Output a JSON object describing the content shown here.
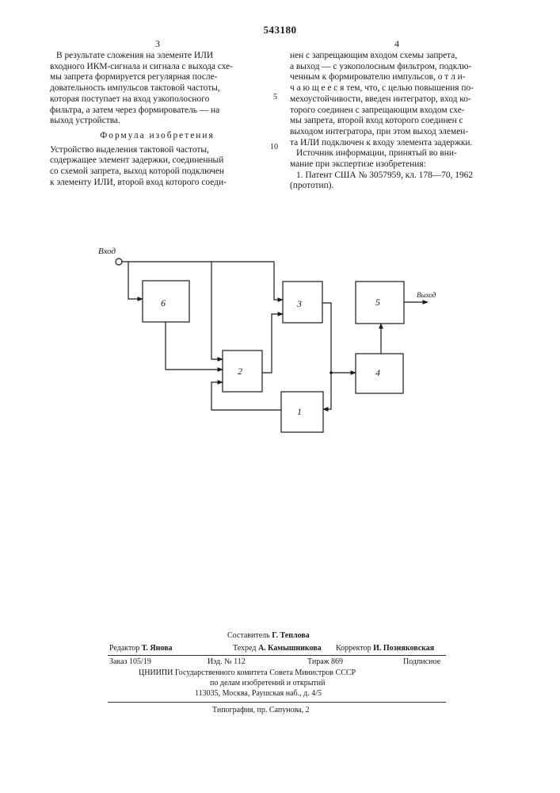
{
  "patent_number": "543180",
  "left_column": {
    "page_number": "3",
    "paragraph": [
      "В результате сложения на элементе ИЛИ",
      "входного ИКМ-сигнала и сигнала с выхода схе-",
      "мы запрета формируется регулярная после-",
      "довательность импульсов тактовой частоты,",
      "которая поступает на вход узкополосного",
      "фильтра, а затем через формирователь — на",
      "выход устройства."
    ],
    "heading": "Формула изобретения",
    "claim": [
      "Устройство выделения тактовой частоты,",
      "содержащее элемент задержки, соединенный",
      "со схемой запрета, выход которой подключен",
      "к элементу ИЛИ, второй вход которого соеди-"
    ]
  },
  "right_column": {
    "page_number": "4",
    "claim_continued": [
      "нен с запрещающим входом схемы запрета,",
      "а выход — с узкополосным фильтром, подклю-",
      "ченным к формирователю импульсов, о т л и-",
      "ч а ю щ е е с я тем, что, с целью повышения по-",
      "мехоустойчивости, введен интегратор, вход ко-",
      "торого соединен с запрещающим входом схе-",
      "мы запрета, второй вход которого соединен с",
      "выходом интегратора, при этом выход элемен-",
      "та ИЛИ подключен к входу элемента задержки."
    ],
    "sources_intro": [
      "Источник информации, принятый во вни-",
      "мание при экспертизе изобретения:"
    ],
    "sources": [
      "1. Патент США № 3057959, кл. 178—70, 1962",
      "(прототип)."
    ]
  },
  "line_numbers": [
    "5",
    "10"
  ],
  "diagram": {
    "input_label": "Вход",
    "output_label": "Выход",
    "blocks": [
      "1",
      "2",
      "3",
      "4",
      "5",
      "6"
    ]
  },
  "imprint": {
    "compiler": "Составитель",
    "compiler_name": "Г. Теплова",
    "editor": "Редактор",
    "editor_name": "Т. Янова",
    "techred": "Техред",
    "techred_name": "А. Камышникова",
    "corrector": "Корректор",
    "corrector_name": "И. Позняковская",
    "order": "Заказ 105/19",
    "edition": "Изд. № 112",
    "circulation": "Тираж 869",
    "subscription": "Подписное",
    "org_line1": "ЦНИИПИ Государственного комитета Совета Министров СССР",
    "org_line2": "по делам изобретений и открытий",
    "org_line3": "113035, Москва, Раушская наб., д. 4/5",
    "printing": "Типография, пр. Сапунова, 2"
  }
}
